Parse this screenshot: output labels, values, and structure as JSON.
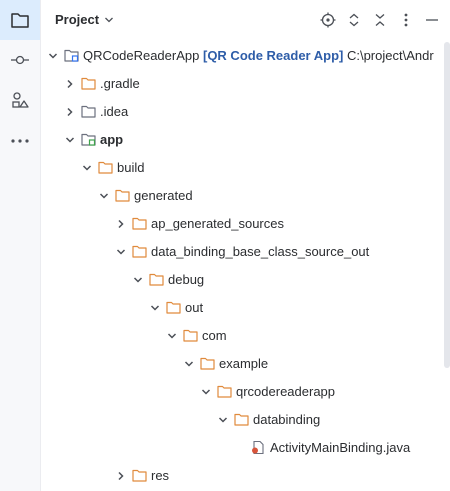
{
  "header": {
    "title": "Project",
    "icons": [
      "locate-icon",
      "expand-collapse-icon",
      "collapse-all-icon",
      "more-icon",
      "minimize-icon"
    ]
  },
  "rail": {
    "items": [
      "project-icon",
      "commit-icon",
      "structure-icon",
      "more-tools-icon"
    ]
  },
  "tree": {
    "root_name": "QRCodeReaderApp",
    "root_module": "[QR Code Reader App]",
    "root_path": "C:\\project\\Andr",
    "rows": [
      {
        "label": "QRCodeReaderApp",
        "depth": 0,
        "state": "expanded",
        "kind": "module-root"
      },
      {
        "label": ".gradle",
        "depth": 1,
        "state": "collapsed",
        "kind": "folder-orange"
      },
      {
        "label": ".idea",
        "depth": 1,
        "state": "collapsed",
        "kind": "folder-gray"
      },
      {
        "label": "app",
        "depth": 1,
        "state": "expanded",
        "kind": "module"
      },
      {
        "label": "build",
        "depth": 2,
        "state": "expanded",
        "kind": "folder-orange"
      },
      {
        "label": "generated",
        "depth": 3,
        "state": "expanded",
        "kind": "folder-orange"
      },
      {
        "label": "ap_generated_sources",
        "depth": 4,
        "state": "collapsed",
        "kind": "folder-orange"
      },
      {
        "label": "data_binding_base_class_source_out",
        "depth": 4,
        "state": "expanded",
        "kind": "folder-orange"
      },
      {
        "label": "debug",
        "depth": 5,
        "state": "expanded",
        "kind": "folder-orange"
      },
      {
        "label": "out",
        "depth": 6,
        "state": "expanded",
        "kind": "folder-orange"
      },
      {
        "label": "com",
        "depth": 7,
        "state": "expanded",
        "kind": "folder-orange"
      },
      {
        "label": "example",
        "depth": 8,
        "state": "expanded",
        "kind": "folder-orange"
      },
      {
        "label": "qrcodereaderapp",
        "depth": 9,
        "state": "expanded",
        "kind": "folder-orange"
      },
      {
        "label": "databinding",
        "depth": 10,
        "state": "expanded",
        "kind": "folder-orange"
      },
      {
        "label": "ActivityMainBinding.java",
        "depth": 11,
        "state": "leaf",
        "kind": "java-file"
      },
      {
        "label": "res",
        "depth": 4,
        "state": "collapsed",
        "kind": "folder-orange"
      }
    ]
  },
  "colors": {
    "accent": "#dcecfd",
    "folder": "#e08a3c",
    "module_name": "#2e5da8"
  }
}
